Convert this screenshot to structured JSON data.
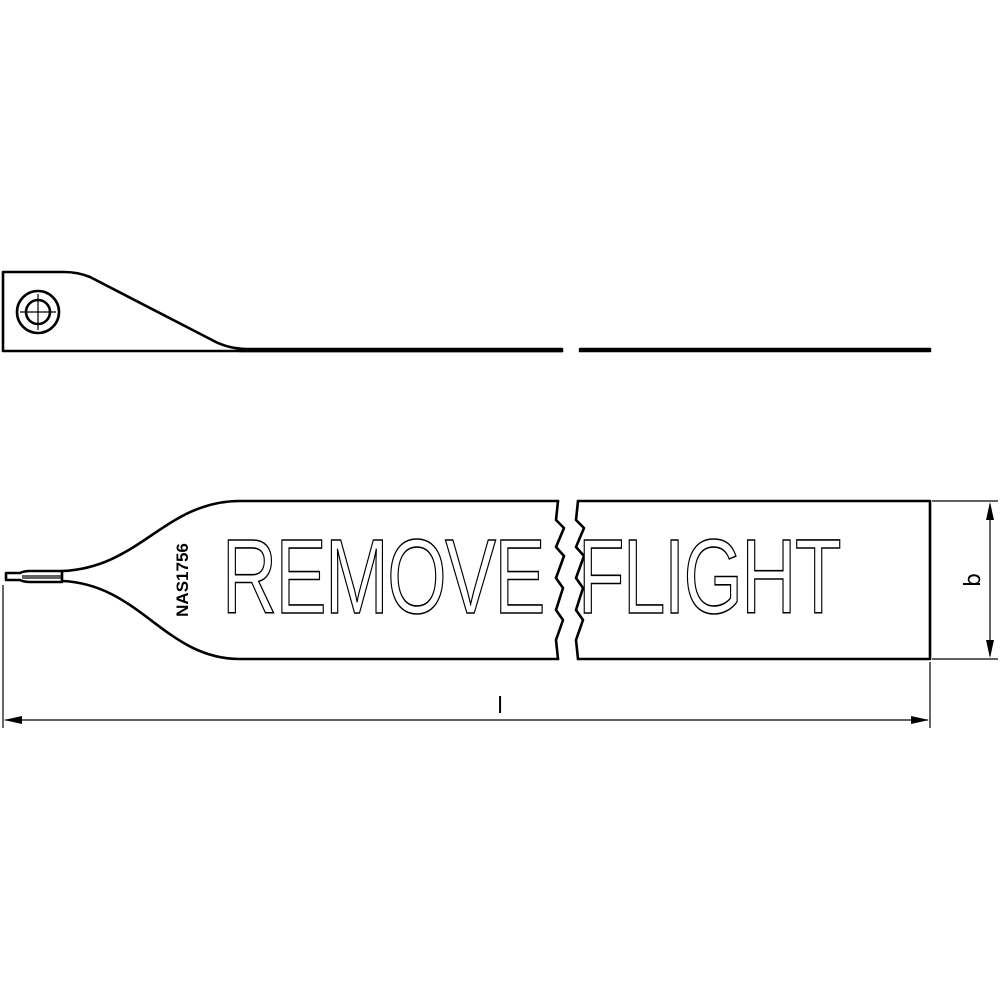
{
  "part_number": "NAS1756",
  "banner": {
    "left_word": "REMOVE",
    "right_word": "FLIGHT"
  },
  "dimensions": {
    "width_label": "b",
    "length_label": "l"
  }
}
